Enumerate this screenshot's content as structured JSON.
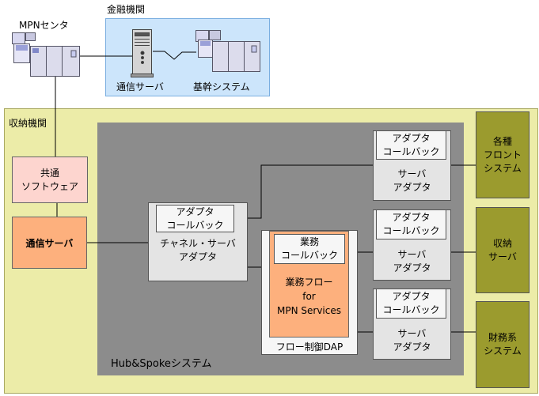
{
  "kinyu_kikan": {
    "label": "金融機関",
    "tsushin_server_label": "通信サーバ",
    "kikan_system_label": "基幹システム"
  },
  "mpn_center": {
    "label": "MPNセンタ"
  },
  "shuno_kikan": {
    "label": "収納機関",
    "common_software": "共通\nソフトウェア",
    "tsushin_server": "通信サーバ"
  },
  "hub_spoke": {
    "label": "Hub&Spokeシステム",
    "channel_adapter": {
      "callback": "アダプタ\nコールバック",
      "label": "チャネル・サーバ\nアダプタ"
    },
    "flow_dap": {
      "gyomu_callback": "業務\nコールバック",
      "gyomu_flow": "業務フロー\nfor\nMPN Services",
      "label": "フロー制御DAP"
    },
    "server_adapters": [
      {
        "callback": "アダプタ\nコールバック",
        "label": "サーバ\nアダプタ"
      },
      {
        "callback": "アダプタ\nコールバック",
        "label": "サーバ\nアダプタ"
      },
      {
        "callback": "アダプタ\nコールバック",
        "label": "サーバ\nアダプタ"
      }
    ]
  },
  "external_systems": [
    {
      "label": "各種\nフロント\nシステム"
    },
    {
      "label": "収納\nサーバ"
    },
    {
      "label": "財務系\nシステム"
    }
  ],
  "colors": {
    "kinyu_bg": "#cce5fb",
    "shuno_bg": "#ececa8",
    "hub_bg": "#8c8c8c",
    "pink": "#fdd5cf",
    "orange": "#fdb07d",
    "olive": "#9b9b2e"
  }
}
